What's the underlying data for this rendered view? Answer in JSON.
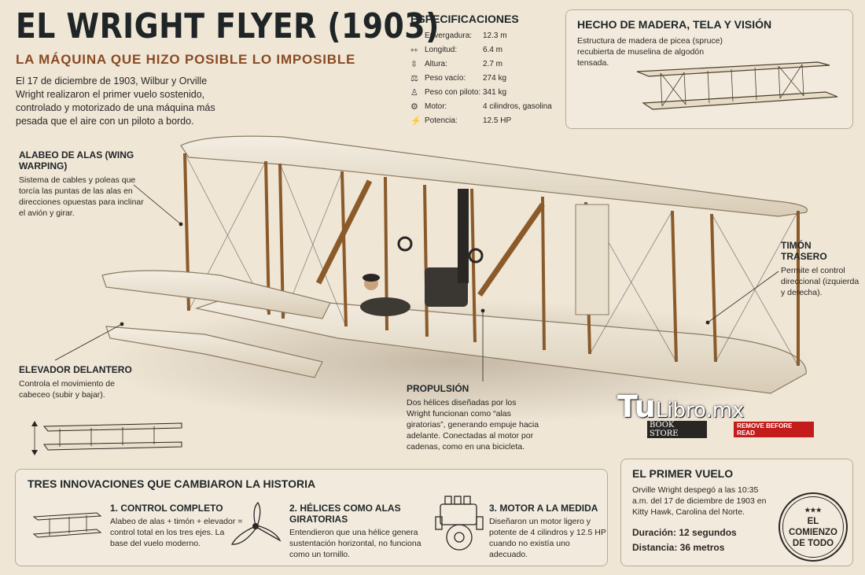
{
  "header": {
    "title": "EL WRIGHT FLYER (1903)",
    "subtitle": "LA MÁQUINA QUE HIZO POSIBLE LO IMPOSIBLE",
    "intro": "El 17 de diciembre de 1903, Wilbur y Orville Wright realizaron el primer vuelo sostenido, controlado y motorizado de una máquina más pesada que el aire con un piloto a bordo."
  },
  "specs": {
    "title": "ESPECIFICACIONES",
    "rows": [
      {
        "icon": "wingspan-icon",
        "label": "Envergadura:",
        "value": "12.3 m"
      },
      {
        "icon": "length-icon",
        "label": "Longitud:",
        "value": "6.4 m"
      },
      {
        "icon": "height-icon",
        "label": "Altura:",
        "value": "2.7 m"
      },
      {
        "icon": "weight-icon",
        "label": "Peso vacío:",
        "value": "274 kg"
      },
      {
        "icon": "pilot-weight-icon",
        "label": "Peso con piloto:",
        "value": "341 kg"
      },
      {
        "icon": "engine-icon",
        "label": "Motor:",
        "value": "4 cilindros, gasolina"
      },
      {
        "icon": "power-icon",
        "label": "Potencia:",
        "value": "12.5 HP"
      }
    ]
  },
  "materials": {
    "title": "HECHO DE MADERA, TELA Y VISIÓN",
    "text": "Estructura de madera de picea (spruce) recubierta de muselina de algodón tensada."
  },
  "callouts": {
    "warping": {
      "title": "ALABEO DE ALAS (WING WARPING)",
      "text": "Sistema de cables y poleas que torcía las puntas de las alas en direcciones opuestas para inclinar el avión y girar."
    },
    "rudder": {
      "title": "TIMÓN TRASERO",
      "text": "Permite el control direccional (izquierda y derecha)."
    },
    "elevator": {
      "title": "ELEVADOR DELANTERO",
      "text": "Controla el movimiento de cabeceo (subir y bajar)."
    },
    "propulsion": {
      "title": "PROPULSIÓN",
      "text": "Dos hélices diseñadas por los Wright funcionan como “alas giratorias”, generando empuje hacia adelante. Conectadas al motor por cadenas, como en una bicicleta."
    }
  },
  "watermark": {
    "brand_tu": "Tu",
    "brand_rest": "Libro.mx",
    "tag": "BOOK STORE",
    "ribbon": "REMOVE BEFORE READ"
  },
  "innovations": {
    "title": "TRES INNOVACIONES QUE CAMBIARON LA HISTORIA",
    "items": [
      {
        "title": "1. CONTROL COMPLETO",
        "text": "Alabeo de alas + timón + elevador = control total en los tres ejes. La base del vuelo moderno."
      },
      {
        "title": "2. HÉLICES COMO ALAS GIRATORIAS",
        "text": "Entendieron que una hélice genera sustentación horizontal, no funciona como un tornillo."
      },
      {
        "title": "3. MOTOR A LA MEDIDA",
        "text": "Diseñaron un motor ligero y potente de 4 cilindros y 12.5 HP cuando no existía uno adecuado."
      }
    ]
  },
  "first_flight": {
    "title": "EL PRIMER VUELO",
    "text": "Orville Wright despegó a las 10:35 a.m. del 17 de diciembre de 1903 en Kitty Hawk, Carolina del Norte.",
    "duration": "Duración: 12 segundos",
    "distance": "Distancia: 36 metros",
    "badge_stars": "★★★",
    "badge_line1": "EL COMIENZO",
    "badge_line2": "DE TODO"
  }
}
